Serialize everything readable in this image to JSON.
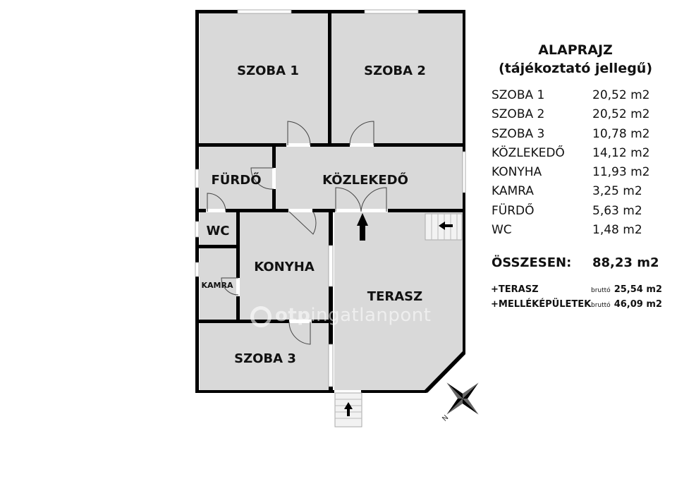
{
  "title": "ALAPRAJZ",
  "subtitle": "(tájékoztató jellegű)",
  "rooms": [
    {
      "name": "SZOBA 1",
      "area": "20,52 m2"
    },
    {
      "name": "SZOBA 2",
      "area": "20,52 m2"
    },
    {
      "name": "SZOBA 3",
      "area": "10,78 m2"
    },
    {
      "name": "KÖZLEKEDŐ",
      "area": "14,12 m2"
    },
    {
      "name": "KONYHA",
      "area": "11,93 m2"
    },
    {
      "name": "KAMRA",
      "area": "3,25 m2"
    },
    {
      "name": "FÜRDŐ",
      "area": "5,63 m2"
    },
    {
      "name": "WC",
      "area": "1,48 m2"
    }
  ],
  "total": {
    "label": "ÖSSZESEN:",
    "value": "88,23 m2"
  },
  "extras": [
    {
      "label": "+TERASZ",
      "prefix": "bruttó",
      "value": "25,54 m2"
    },
    {
      "label": "+MELLÉKÉPÜLETEK",
      "prefix": "bruttó",
      "value": "46,09 m2"
    }
  ],
  "plan_labels": {
    "szoba1": "SZOBA 1",
    "szoba2": "SZOBA 2",
    "furdo": "FÜRDŐ",
    "kozlekedo": "KÖZLEKEDŐ",
    "wc": "WC",
    "konyha": "KONYHA",
    "kamra": "KAMRA",
    "terasz": "TERASZ",
    "szoba3": "SZOBA 3"
  },
  "watermark": {
    "brand": "otp",
    "name": "ingatlanpont"
  },
  "compass_letter": "N",
  "colors": {
    "floor": "#d9d9d9",
    "wall": "#000000",
    "background": "#ffffff"
  }
}
